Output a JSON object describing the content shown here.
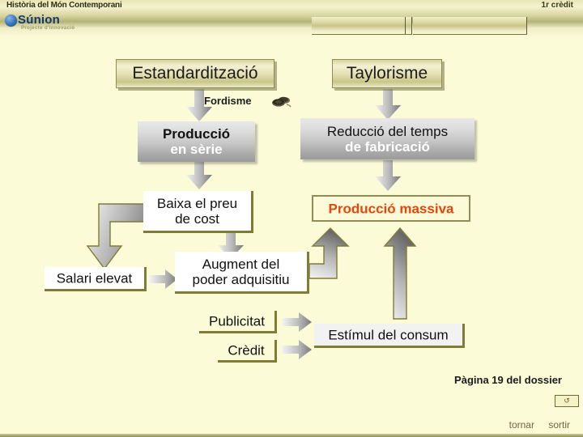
{
  "header": {
    "title": "Història del Món Contemporani",
    "credit": "1r crèdit",
    "logo_name": "Súnion",
    "logo_sub": "Projecte d'Innovació",
    "logo_mark_icon": "sunion-globe-icon"
  },
  "diagram": {
    "title_left": "Estandardització",
    "title_right": "Taylorisme",
    "fordisme_label": "Fordisme",
    "coin_icon": "coins-stack-icon",
    "nodes": {
      "produccio_serie_line1": "Producció",
      "produccio_serie_line2": "en sèrie",
      "reduccio_line1": "Reducció del temps",
      "reduccio_line2": "de fabricació",
      "baixa_preu_line1": "Baixa el preu",
      "baixa_preu_line2": "de cost",
      "produccio_massiva": "Producció massiva",
      "salari_elevat": "Salari elevat",
      "augment_line1": "Augment del",
      "augment_line2": "poder adquisitiu",
      "publicitat": "Publicitat",
      "credit": "Crèdit",
      "estimul": "Estímul del consum"
    }
  },
  "footer": {
    "page_note": "Pàgina 19 del dossier",
    "refresh_icon": "refresh-arrow-icon",
    "back_link": "tornar",
    "exit_link": "sortir"
  },
  "colors": {
    "page_background": "#fbfbd7",
    "accent_text": "#e8450d",
    "olive_border": "#7e7c35",
    "logo_blue": "#2f6fb5",
    "arrow_grey": "#6e6e6e"
  }
}
